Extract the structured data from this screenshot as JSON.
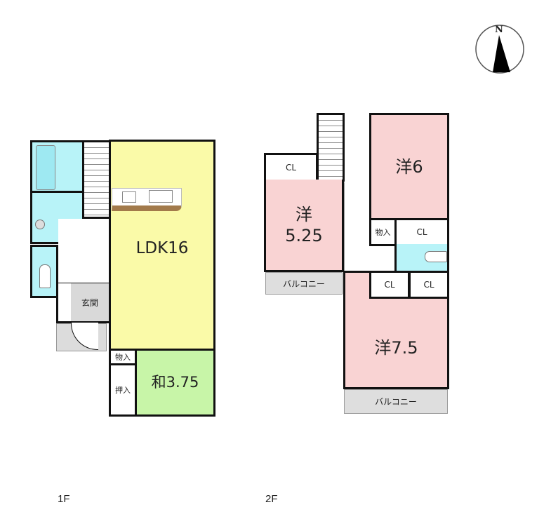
{
  "colors": {
    "ldk": "#fafaa8",
    "washitsu": "#c8f5a8",
    "western": "#f9d3d3",
    "water": "#b8f3f8",
    "entry": "#d9d9d9",
    "balcony": "#dedede"
  },
  "compass": {
    "label": "N"
  },
  "floor1": {
    "label": "1F",
    "ldk": "LDK16",
    "genkan": "玄関",
    "storage": "物入",
    "closet": "押入",
    "washitsu": "和3.75"
  },
  "floor2": {
    "label": "2F",
    "room_a": [
      "洋",
      "5.25"
    ],
    "room_b": "洋6",
    "room_c": "洋7.5",
    "cl": "CL",
    "storage": "物入",
    "balcony": "バルコニー"
  }
}
